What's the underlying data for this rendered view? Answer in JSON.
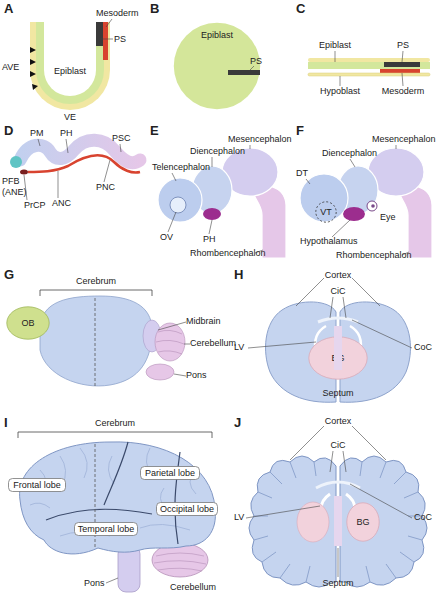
{
  "diagram": {
    "nodes": [
      {
        "text": [
          "Epiblast"
        ]
      },
      {
        "text": [
          "VT"
        ]
      },
      {
        "text": [
          "OB"
        ]
      },
      {
        "text": [
          "BG"
        ]
      },
      {
        "text": [
          "Frontal lobe"
        ]
      },
      {
        "text": [
          "Parietal lobe"
        ]
      },
      {
        "text": [
          "Temporal lobe"
        ]
      },
      {
        "text": [
          "Occipital lobe"
        ]
      },
      {
        "text": [
          "BG"
        ]
      }
    ],
    "labels": [
      "A",
      "AVE",
      "Mesoderm",
      "PS",
      "Epiblast",
      "VE",
      "B",
      "PS",
      "C",
      "Epiblast",
      "PS",
      "Hypoblast",
      "Mesoderm",
      "D",
      "PM",
      "PH",
      "PSC",
      "PFB (ANE)",
      "PrCP",
      "ANC",
      "PNC",
      "E",
      "Telencephalon",
      "Diencephalon",
      "Mesencephalon",
      "OV",
      "PH",
      "Rhombencephalon",
      "F",
      "Diencephalon",
      "Mesencephalon",
      "DT",
      "Hypothalamus",
      "Eye",
      "Rhombencephalon",
      "G",
      "Cerebrum",
      "Midbrain",
      "Cerebellum",
      "Pons",
      "H",
      "Cortex",
      "CiC",
      "LV",
      "CoC",
      "Septum",
      "I",
      "Cerebrum",
      "Pons",
      "Cerebellum",
      "J",
      "Cortex",
      "CiC",
      "LV",
      "CoC",
      "Septum"
    ]
  }
}
